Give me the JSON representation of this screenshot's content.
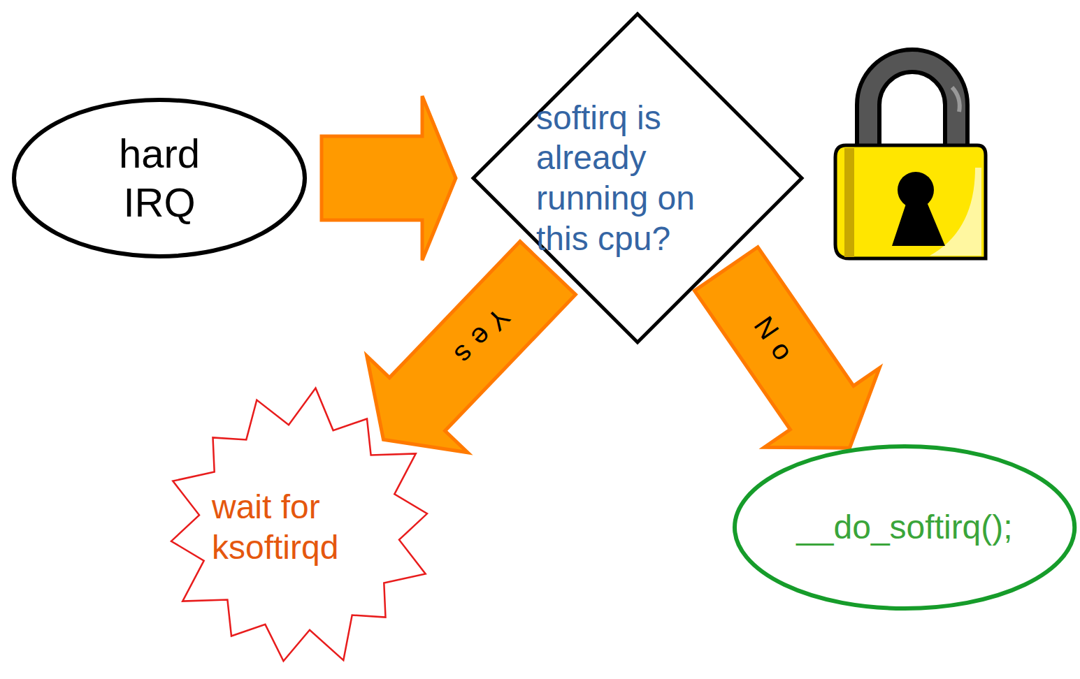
{
  "diagram": {
    "nodes": [
      {
        "text": [
          "hard IRQ"
        ]
      },
      {
        "text": [
          "softirq is already running on this cpu?"
        ]
      },
      {
        "text": [
          "wait for ksoftirqd"
        ]
      },
      {
        "text": [
          "__do_softirq();"
        ]
      }
    ],
    "edges": [
      {
        "from": 0,
        "to": 1,
        "arrow": "to"
      },
      {
        "from": 1,
        "to": 2,
        "label": "Yes",
        "arrow": "to"
      },
      {
        "from": 1,
        "to": 3,
        "label": "No",
        "arrow": "to"
      }
    ]
  }
}
